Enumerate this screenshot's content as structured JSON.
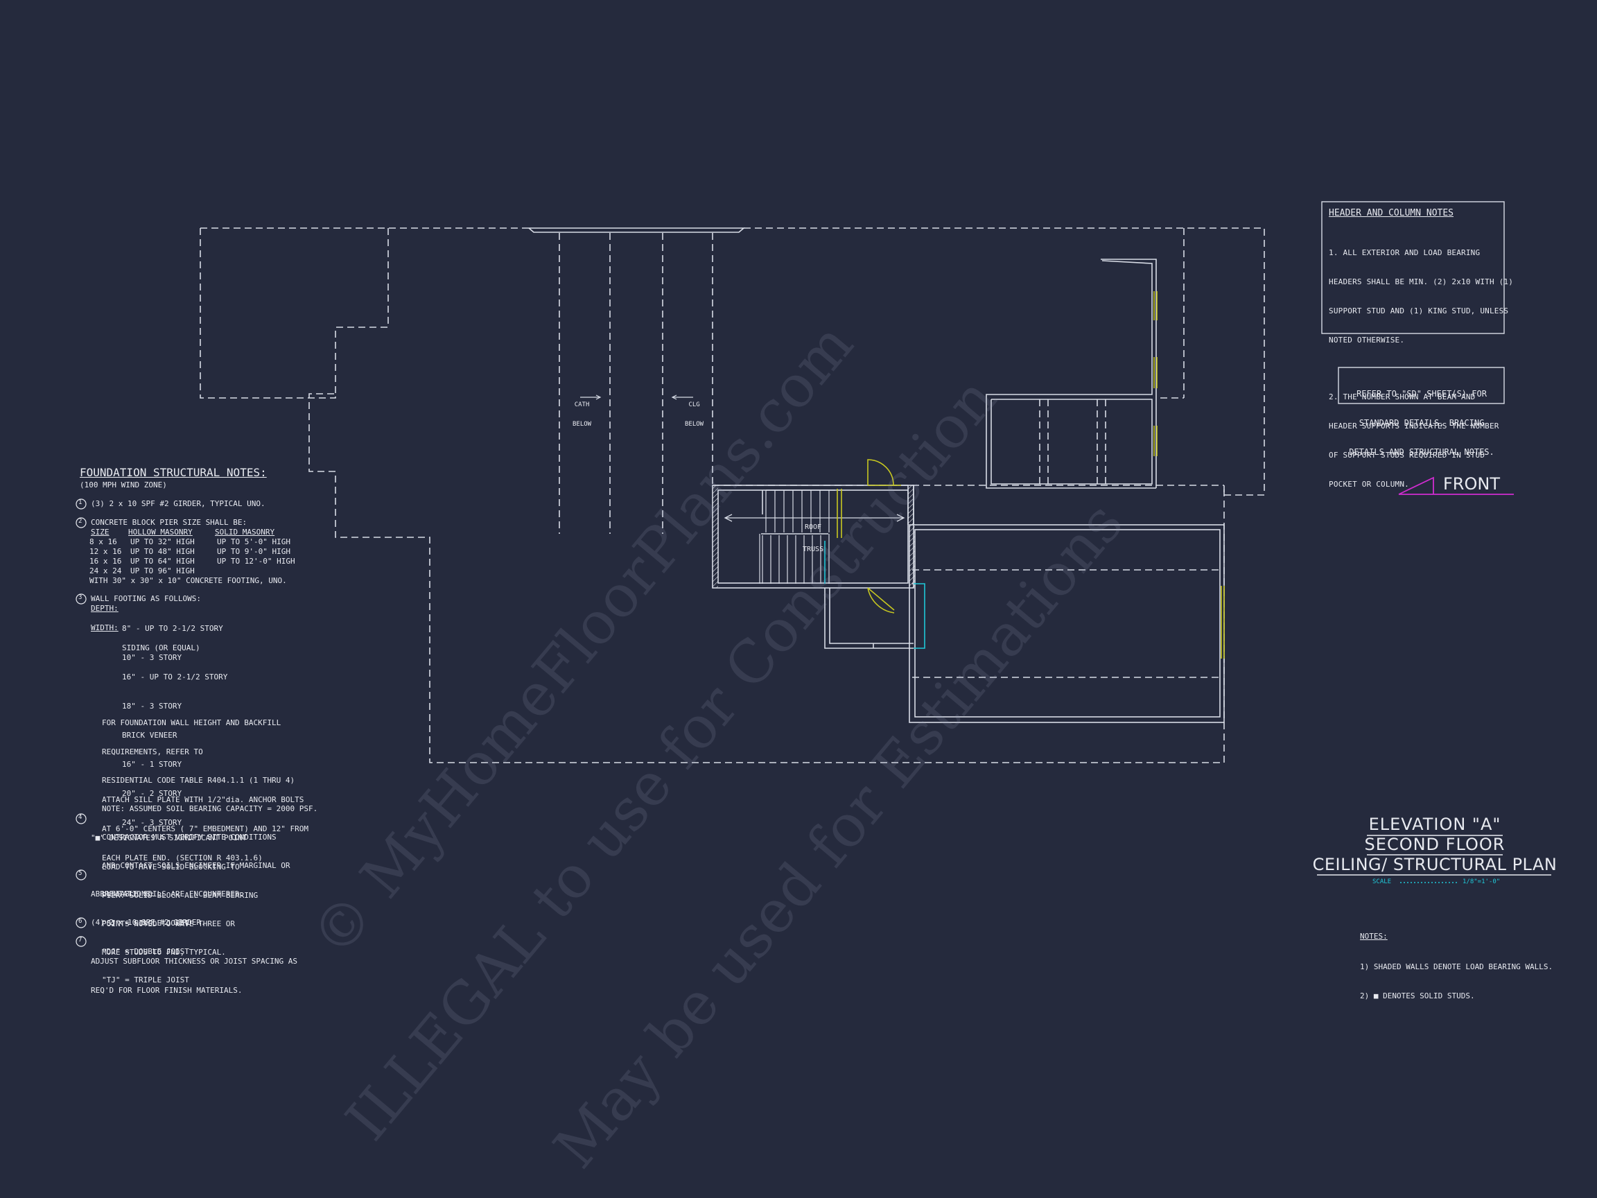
{
  "colors": {
    "background": "#252a3d",
    "linework": "#e8eaf0",
    "accent_magenta": "#d02cd0",
    "accent_cyan": "#20c8d8",
    "accent_yellow": "#c8c820",
    "watermark": "#969eb4"
  },
  "plan": {
    "label_cath_below_1": "CATH",
    "label_cath_below_2": "BELOW",
    "label_clg_below_1": "CLG",
    "label_clg_below_2": "BELOW",
    "label_roof_truss_1": "ROOF",
    "label_roof_truss_2": "TRUSS"
  },
  "header_notes": {
    "title": "HEADER AND COLUMN NOTES",
    "lines": [
      "1. ALL EXTERIOR AND LOAD BEARING",
      "HEADERS SHALL BE MIN. (2) 2x10 WITH (1)",
      "SUPPORT STUD AND (1) KING STUD, UNLESS",
      "NOTED OTHERWISE.",
      "",
      "2. THE NUMBER SHOWN AT BEAM AND",
      "HEADER SUPPORTS INDICATES THE NUMBER",
      "OF SUPPORT STUDS REQUIRED IN STUD",
      "POCKET OR COLUMN."
    ]
  },
  "refer_note": {
    "lines": [
      "REFER TO \"SD\" SHEET(S) FOR",
      "STANDARD DETAILS, BRACING",
      "DETAILS AND STRUCTURAL NOTES."
    ]
  },
  "front_label": "FRONT",
  "foundation_notes": {
    "title": "FOUNDATION STRUCTURAL NOTES:",
    "subtitle": "(100 MPH WIND ZONE)",
    "n1_num": "1",
    "n1": "(3) 2 x 10 SPF #2 GIRDER, TYPICAL UNO.",
    "n2_num": "2",
    "n2": "CONCRETE BLOCK PIER SIZE SHALL BE:",
    "n2_head_size": "SIZE",
    "n2_head_hollow": "HOLLOW MASONRY",
    "n2_head_solid": "SOLID MASONRY",
    "n2_rows": [
      [
        "8 x 16",
        "UP TO 32\" HIGH",
        "UP TO 5'-0\" HIGH"
      ],
      [
        "12 x 16",
        "UP TO 48\" HIGH",
        "UP TO 9'-0\" HIGH"
      ],
      [
        "16 x 16",
        "UP TO 64\" HIGH",
        "UP TO 12'-0\" HIGH"
      ],
      [
        "24 x 24",
        "UP TO 96\" HIGH",
        ""
      ]
    ],
    "n2_footing": "WITH 30\" x 30\" x 10\" CONCRETE FOOTING, UNO.",
    "n3_num": "3",
    "n3": "WALL FOOTING AS FOLLOWS:",
    "n3_depth_label": "DEPTH:",
    "n3_depth": [
      "8\" - UP TO 2-1/2 STORY",
      "10\" - 3 STORY"
    ],
    "n3_width_label": "WIDTH:",
    "n3_width": [
      "SIDING (OR EQUAL)",
      "16\" - UP TO 2-1/2 STORY",
      "18\" - 3 STORY",
      "BRICK VENEER",
      "16\" - 1 STORY",
      "20\" - 2 STORY",
      "24\" - 3 STORY"
    ],
    "n3_para1": [
      "FOR FOUNDATION WALL HEIGHT AND BACKFILL",
      "REQUIREMENTS, REFER TO",
      "RESIDENTIAL CODE TABLE R404.1.1 (1 THRU 4)",
      "NOTE: ASSUMED SOIL BEARING CAPACITY = 2000 PSF.",
      "CONTRACTOR MUST VERIFY SITE CONDITIONS",
      "AND CONTACT SOILS ENGINEER IF MARGINAL OR",
      "UNSTABLE SOILS ARE ENCOUNTERED."
    ],
    "n3_para2": [
      "ATTACH SILL PLATE WITH 1/2\"dia. ANCHOR BOLTS",
      "AT 6'-0\" CENTERS ( 7\" EMBEDMENT) AND 12\" FROM",
      "EACH PLATE END. (SECTION R 403.1.6)"
    ],
    "n4_num": "4",
    "n4": [
      "\"■\" DESIGNATES A SIGNIFICANT POINT",
      "LOAD TO HAVE SOLID BLOCKING TO",
      "PIER. SOLID BLOCK ALL BEAM BEARING",
      "POINTS NOTED TO HAVE THREE OR",
      "MORE STUDS TO FND, TYPICAL."
    ],
    "n5_num": "5",
    "n5": [
      "ABBREVIATIONS:",
      "\"SJ\" = SINGLE JOIST",
      "\"DJ\" = DOUBLE JOIST",
      "\"TJ\" = TRIPLE JOIST"
    ],
    "n6_num": "6",
    "n6": "(4) 2 x 10 SPF #2 GIRDER.",
    "n7_num": "7",
    "n7": [
      "ADJUST SUBFLOOR THICKNESS OR JOIST SPACING AS",
      "REQ'D FOR FLOOR FINISH MATERIALS."
    ]
  },
  "title_block": {
    "line1": "ELEVATION \"A\"",
    "line2": "SECOND FLOOR",
    "line3": "CEILING/ STRUCTURAL PLAN",
    "scale_label": "SCALE",
    "scale_value": "1/8\"=1'-0\""
  },
  "notes": {
    "title": "NOTES:",
    "lines": [
      "1) SHADED WALLS DENOTE LOAD BEARING WALLS.",
      "2) ■ DENOTES SOLID STUDS."
    ]
  },
  "watermarks": [
    "© MyHomeFloorPlans.com",
    "ILLEGAL to use for Construction",
    "May be used for Estimations"
  ]
}
